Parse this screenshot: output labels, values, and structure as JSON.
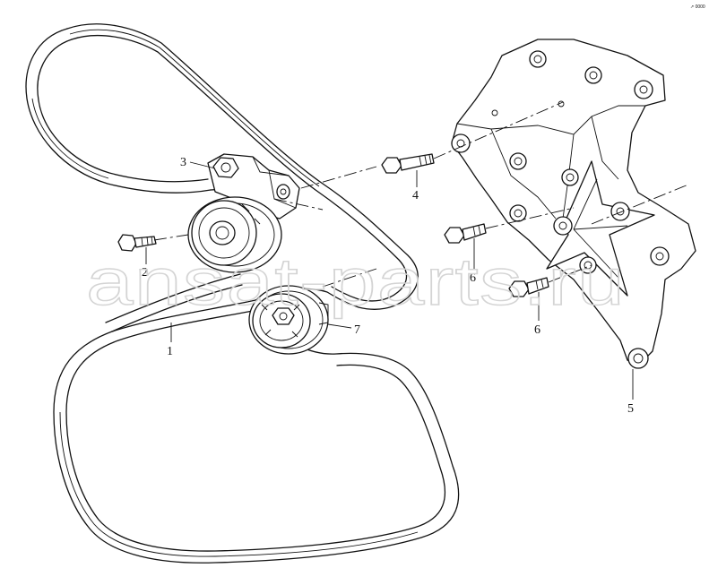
{
  "watermark": "ansat-parts.ru",
  "corner_mark": "↗ 0000",
  "callouts": {
    "c1": "1",
    "c2": "2",
    "c3": "3",
    "c4": "4",
    "c5": "5",
    "c6a": "6",
    "c6b": "6",
    "c7": "7"
  }
}
